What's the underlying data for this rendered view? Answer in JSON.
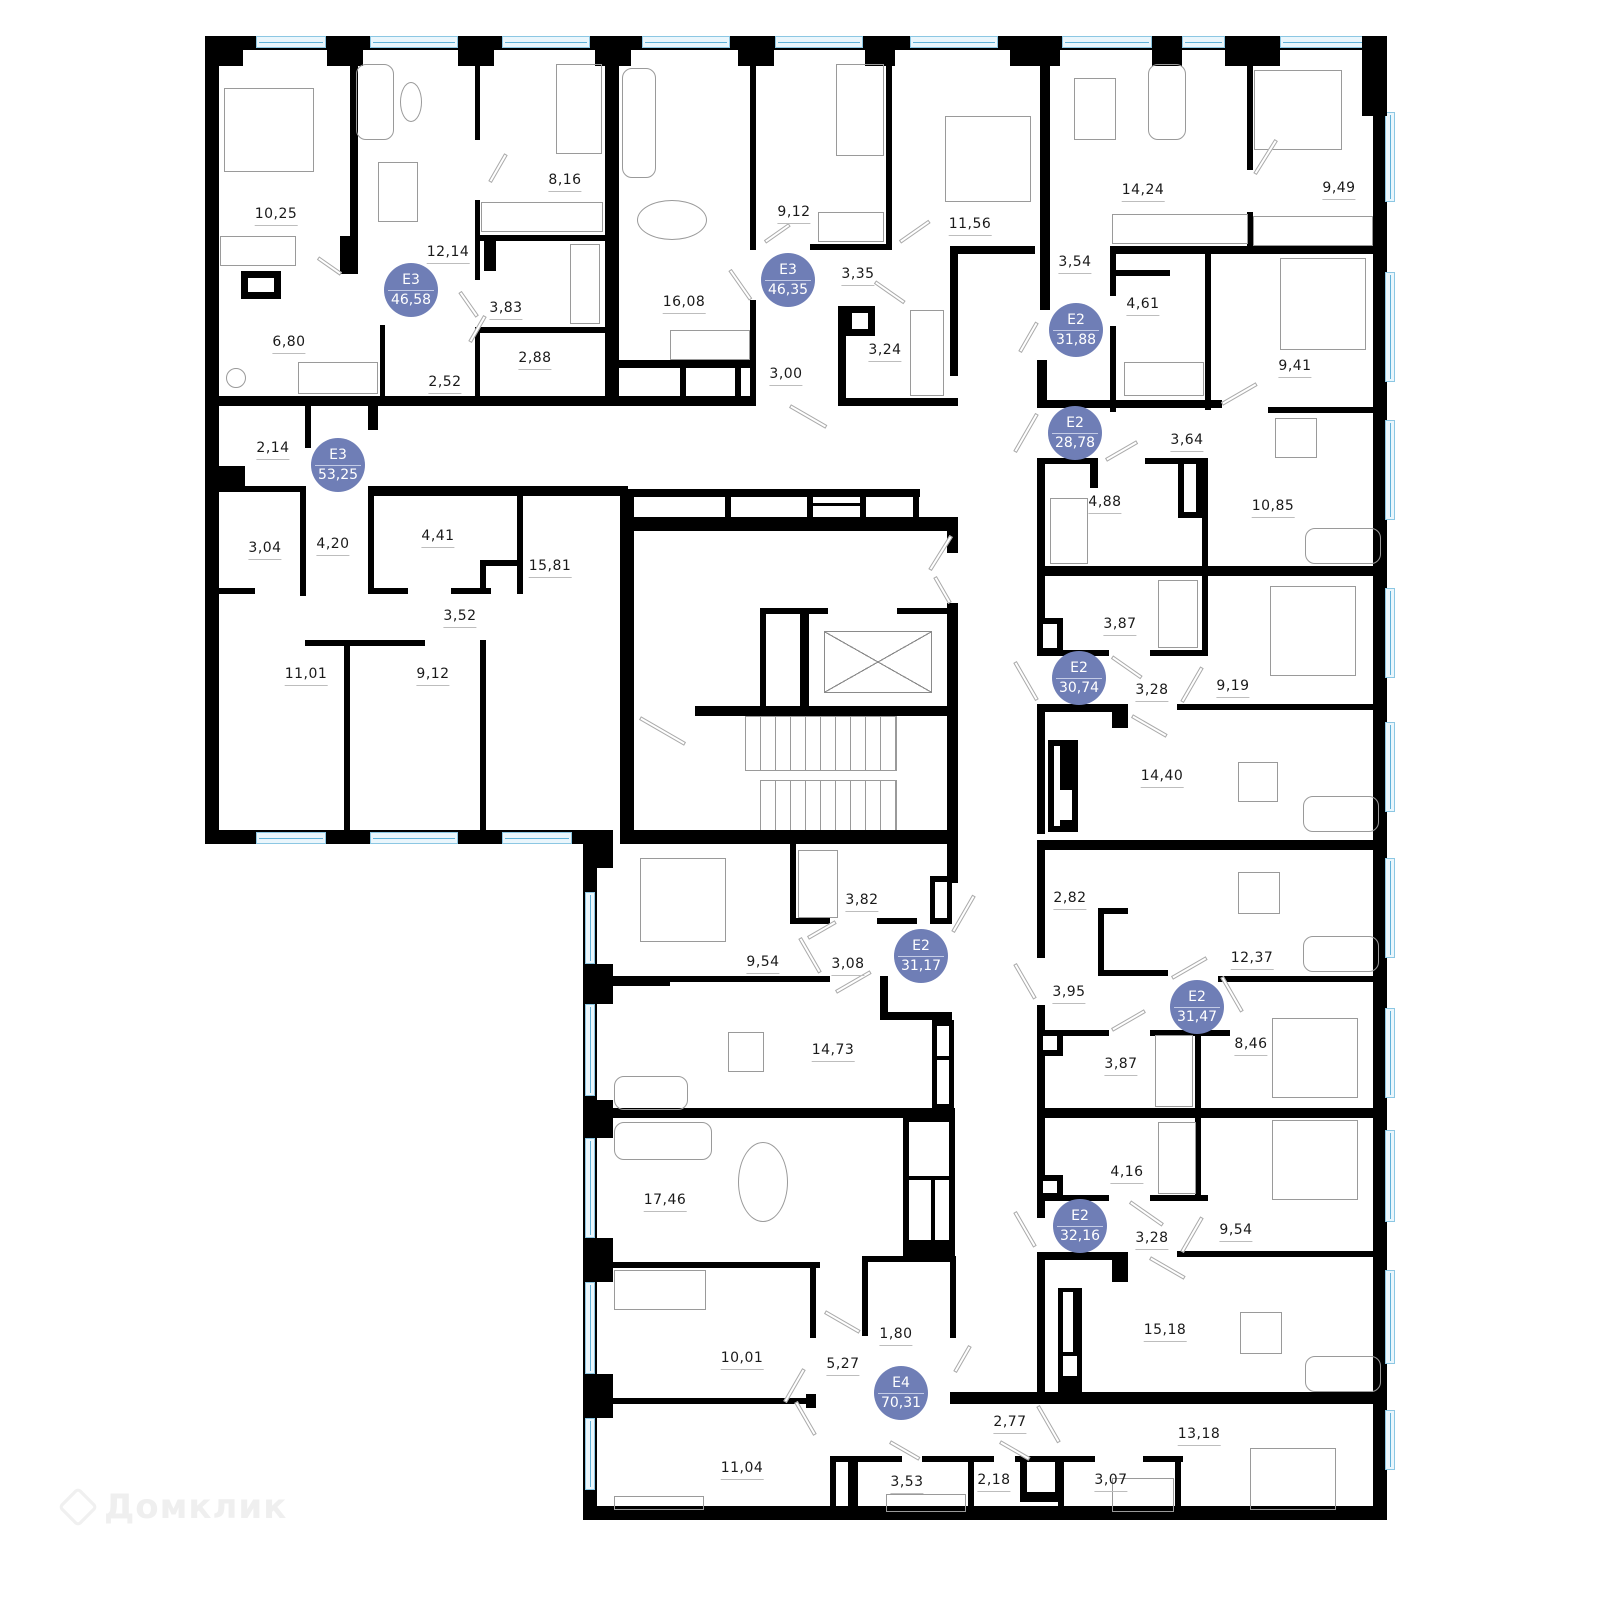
{
  "plan": {
    "type": "residential floor plan",
    "badge_color": "#6f7eb6",
    "window_color": "#8cc7e3",
    "wall_color": "#000000"
  },
  "apartments": [
    {
      "id": "apt-1",
      "type": "Е3",
      "area": "46,58",
      "rooms": [
        "10,25",
        "12,14",
        "8,16",
        "3,83",
        "2,88",
        "6,80",
        "2,52"
      ]
    },
    {
      "id": "apt-2",
      "type": "Е3",
      "area": "46,35",
      "rooms": [
        "16,08",
        "9,12",
        "11,56",
        "3,35",
        "3,24",
        "3,00"
      ]
    },
    {
      "id": "apt-3",
      "type": "Е2",
      "area": "31,88",
      "rooms": [
        "14,24",
        "9,49",
        "3,54",
        "4,61",
        "9,41"
      ]
    },
    {
      "id": "apt-4",
      "type": "Е3",
      "area": "53,25",
      "rooms": [
        "2,14",
        "3,04",
        "4,20",
        "4,41",
        "15,81",
        "3,52",
        "11,01",
        "9,12"
      ]
    },
    {
      "id": "apt-5",
      "type": "Е2",
      "area": "28,78",
      "rooms": [
        "3,64",
        "4,88",
        "10,85"
      ]
    },
    {
      "id": "apt-6",
      "type": "Е2",
      "area": "30,74",
      "rooms": [
        "3,87",
        "3,28",
        "9,19",
        "14,40"
      ]
    },
    {
      "id": "apt-7",
      "type": "Е2",
      "area": "31,17",
      "rooms": [
        "9,54",
        "3,82",
        "3,08",
        "14,73"
      ]
    },
    {
      "id": "apt-8",
      "type": "Е2",
      "area": "31,47",
      "rooms": [
        "2,82",
        "12,37",
        "3,95",
        "3,87",
        "8,46"
      ]
    },
    {
      "id": "apt-9",
      "type": "Е2",
      "area": "32,16",
      "rooms": [
        "4,16",
        "3,28",
        "9,54",
        "15,18"
      ]
    },
    {
      "id": "apt-10",
      "type": "Е4",
      "area": "70,31",
      "rooms": [
        "17,46",
        "10,01",
        "1,80",
        "5,27",
        "11,04",
        "3,53",
        "2,18",
        "2,77",
        "3,07",
        "13,18"
      ]
    }
  ],
  "labels": {
    "a1_bed": "10,25",
    "a1_living": "12,14",
    "a1_bed2": "8,16",
    "a1_bath": "3,83",
    "a1_laundry": "2,88",
    "a1_kitchen": "6,80",
    "a1_hall": "2,52",
    "a2_living": "16,08",
    "a2_bed": "9,12",
    "a2_bed2": "11,56",
    "a2_hall2": "3,35",
    "a2_bath": "3,24",
    "a2_hall": "3,00",
    "a3_living": "14,24",
    "a3_bed": "9,49",
    "a3_hall": "3,54",
    "a3_bath": "4,61",
    "a3_bed2": "9,41",
    "a4_closet": "2,14",
    "a4_wc": "3,04",
    "a4_hall": "4,20",
    "a4_bath": "4,41",
    "a4_living": "15,81",
    "a4_hall2": "3,52",
    "a4_bed": "11,01",
    "a4_bed2": "9,12",
    "a5_hall": "3,64",
    "a5_bath": "4,88",
    "a5_living": "10,85",
    "a6_bath": "3,87",
    "a6_hall": "3,28",
    "a6_bed": "9,19",
    "a6_living": "14,40",
    "a7_bed": "9,54",
    "a7_bath": "3,82",
    "a7_hall": "3,08",
    "a7_living": "14,73",
    "a8_closet": "2,82",
    "a8_living": "12,37",
    "a8_hall": "3,95",
    "a8_bath": "3,87",
    "a8_bed": "8,46",
    "a9_bath": "4,16",
    "a9_hall": "3,28",
    "a9_bed": "9,54",
    "a9_living": "15,18",
    "a10_living": "17,46",
    "a10_bed": "10,01",
    "a10_closet": "1,80",
    "a10_hall": "5,27",
    "a10_bed2": "11,04",
    "a10_bath": "3,53",
    "a10_wc": "2,18",
    "a10_hall2": "2,77",
    "a10_bath2": "3,07",
    "a10_bed3": "13,18"
  },
  "badges": {
    "b1": {
      "type": "Е3",
      "area": "46,58"
    },
    "b2": {
      "type": "Е3",
      "area": "46,35"
    },
    "b3": {
      "type": "Е2",
      "area": "31,88"
    },
    "b4": {
      "type": "Е3",
      "area": "53,25"
    },
    "b5": {
      "type": "Е2",
      "area": "28,78"
    },
    "b6": {
      "type": "Е2",
      "area": "30,74"
    },
    "b7": {
      "type": "Е2",
      "area": "31,17"
    },
    "b8": {
      "type": "Е2",
      "area": "31,47"
    },
    "b9": {
      "type": "Е2",
      "area": "32,16"
    },
    "b10": {
      "type": "Е4",
      "area": "70,31"
    }
  },
  "watermark": {
    "text": "Домклик"
  }
}
